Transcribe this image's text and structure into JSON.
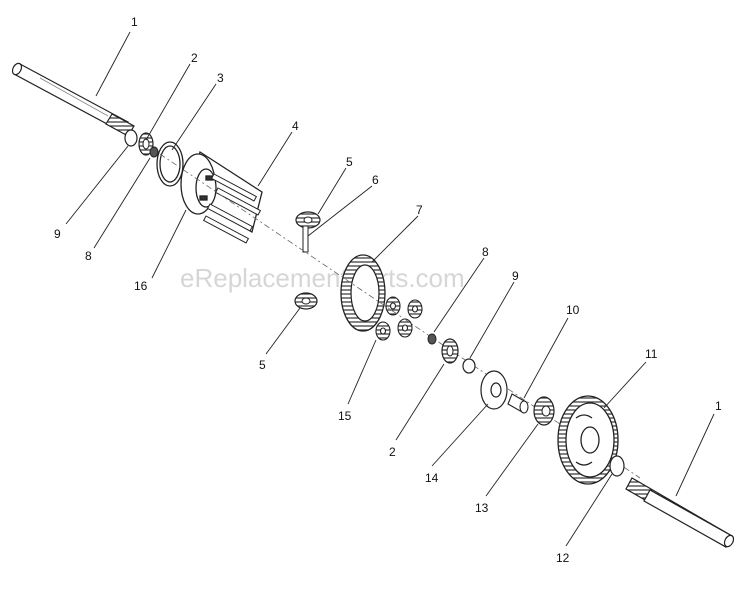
{
  "watermark": "eReplacementParts.com",
  "callouts": [
    {
      "id": "c1a",
      "label": "1"
    },
    {
      "id": "c2a",
      "label": "2"
    },
    {
      "id": "c3",
      "label": "3"
    },
    {
      "id": "c4",
      "label": "4"
    },
    {
      "id": "c5a",
      "label": "5"
    },
    {
      "id": "c6",
      "label": "6"
    },
    {
      "id": "c7",
      "label": "7"
    },
    {
      "id": "c8a",
      "label": "8"
    },
    {
      "id": "c9a",
      "label": "9"
    },
    {
      "id": "c16",
      "label": "16"
    },
    {
      "id": "c8b",
      "label": "8"
    },
    {
      "id": "c9b",
      "label": "9"
    },
    {
      "id": "c10",
      "label": "10"
    },
    {
      "id": "c11",
      "label": "11"
    },
    {
      "id": "c5b",
      "label": "5"
    },
    {
      "id": "c15",
      "label": "15"
    },
    {
      "id": "c2b",
      "label": "2"
    },
    {
      "id": "c14",
      "label": "14"
    },
    {
      "id": "c13",
      "label": "13"
    },
    {
      "id": "c1b",
      "label": "1"
    },
    {
      "id": "c12",
      "label": "12"
    }
  ]
}
